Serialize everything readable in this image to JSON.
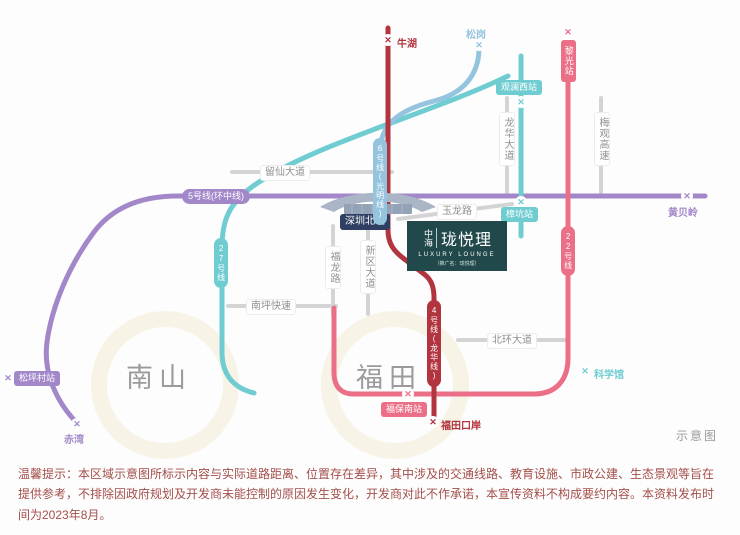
{
  "corner_label": "示意图",
  "glyphs": {
    "station_marker": "✕"
  },
  "districts": {
    "nanshan": "南山",
    "futian": "福田"
  },
  "lines": {
    "line4": {
      "label": "4号线(龙华线)",
      "color": "#b2343f"
    },
    "line5": {
      "label": "5号线(环中线)",
      "color": "#a287c9"
    },
    "line6": {
      "label": "6号线(光明线)",
      "color": "#94c4de"
    },
    "line22": {
      "label": "22号线",
      "color": "#ec6f88"
    },
    "line27": {
      "label": "27号线",
      "color": "#6fcdd1"
    }
  },
  "stations": {
    "niuhu": "牛湖",
    "songgang": "松岗",
    "liguangzhan": "黎光站",
    "guanlanxizhan": "观澜西站",
    "zhangkengzhan": "樟坑站",
    "shenzhenbeizhan": "深圳北站",
    "huangbeiling": "黄贝岭",
    "songpingcunzhan": "松坪村站",
    "chiwan": "赤湾",
    "kexueguan": "科学馆",
    "fubaonanzhan": "福保南站",
    "futiankouan": "福田口岸"
  },
  "roads": {
    "liuxian": "留仙大道",
    "yulong": "玉龙路",
    "fulong": "福龙路",
    "xinqu": "新区大道",
    "nanping": "南坪快速",
    "beihuan": "北环大道",
    "longhua": "龙华大道",
    "meiguan": "梅观高速"
  },
  "project": {
    "brand": "中海",
    "name": "珑悦理",
    "tagline": "LUXURY LOUNGE",
    "note": "（推广名：珑悦理）"
  },
  "colors": {
    "road": "#d4d4d4",
    "navy_badge": "#2e3f63",
    "project_bg": "#21484a",
    "disclaimer_text": "#a34f4a"
  },
  "road_color": "#d4d4d4",
  "disclaimer": "温馨提示：本区域示意图所标示内容与实际道路距离、位置存在差异，其中涉及的交通线路、教育设施、市政公建、生态景观等旨在提供参考，不排除因政府规划及开发商未能控制的原因发生变化，开发商对此不作承诺，本宣传资料不构成要约内容。本资料发布时间为2023年8月。"
}
